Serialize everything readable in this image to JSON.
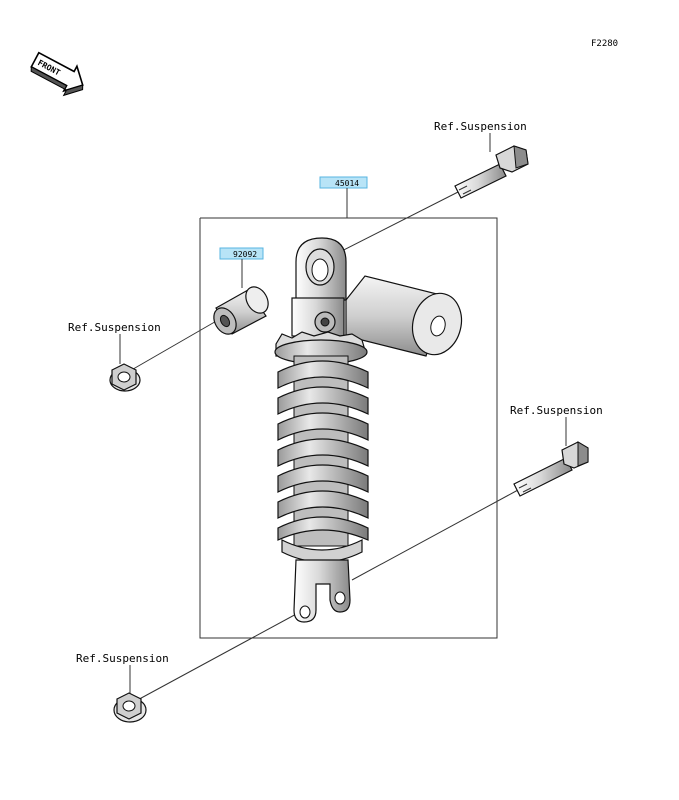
{
  "diagram": {
    "id_label": "F2280",
    "front_label": "FRONT",
    "ref_labels": [
      "Ref.Suspension",
      "Ref.Suspension",
      "Ref.Suspension",
      "Ref.Suspension"
    ],
    "parts": [
      {
        "number": "45014"
      },
      {
        "number": "92092"
      }
    ],
    "colors": {
      "badge_fill": "#b8e4f7",
      "badge_stroke": "#57b5e0",
      "line": "#333333"
    }
  }
}
